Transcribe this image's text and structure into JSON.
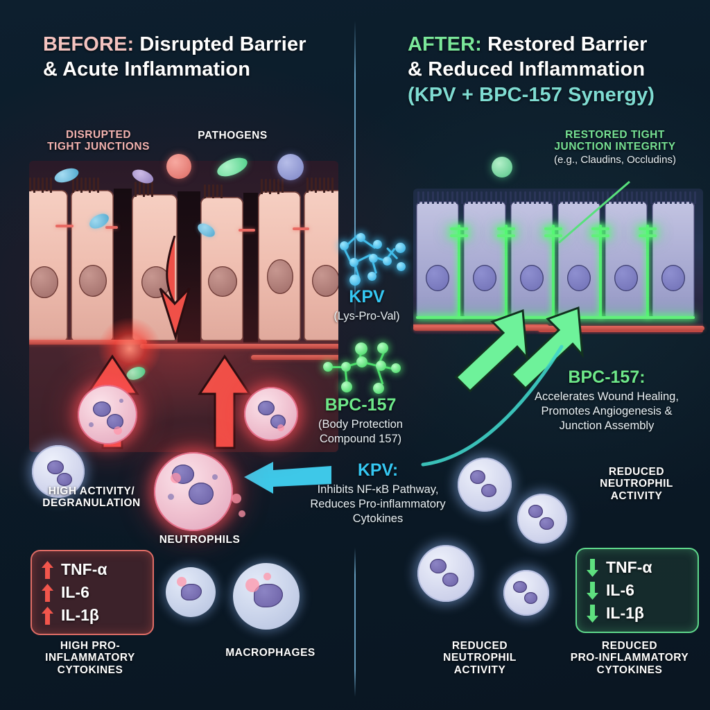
{
  "titles": {
    "left_keyword": "BEFORE:",
    "left_line1_rest": " Disrupted Barrier",
    "left_line2": "& Acute Inflammation",
    "right_keyword": "AFTER:",
    "right_line1_rest": " Restored Barrier",
    "right_line2": "& Reduced Inflammation",
    "right_line3": "(KPV + BPC-157 Synergy)"
  },
  "left_panel": {
    "label_tight_junctions_line1": "DISRUPTED",
    "label_tight_junctions_line2": "TIGHT JUNCTIONS",
    "label_pathogens": "PATHOGENS",
    "label_activity_line1": "HIGH ACTIVITY/",
    "label_activity_line2": "DEGRANULATION",
    "label_neutrophils": "NEUTROPHILS",
    "label_macrophages": "MACROPHAGES",
    "label_cytokines_line1": "HIGH PRO-",
    "label_cytokines_line2": "INFLAMMATORY",
    "label_cytokines_line3": "CYTOKINES",
    "cytokines": [
      {
        "name": "TNF-α",
        "direction": "up"
      },
      {
        "name": "IL-6",
        "direction": "up"
      },
      {
        "name": "IL-1β",
        "direction": "up"
      }
    ]
  },
  "right_panel": {
    "label_restored_line1": "RESTORED TIGHT",
    "label_restored_line2": "JUNCTION INTEGRITY",
    "label_restored_sub": "(e.g., Claudins, Occludins)",
    "label_reduced_neutro_line1": "REDUCED",
    "label_reduced_neutro_line2": "NEUTROPHIL",
    "label_reduced_neutro_line3": "ACTIVITY",
    "label_reduced_neutro2_line1": "REDUCED",
    "label_reduced_neutro2_line2": "NEUTROPHIL",
    "label_reduced_neutro2_line3": "ACTIVITY",
    "label_reduced_cyto_line1": "REDUCED",
    "label_reduced_cyto_line2": "PRO-INFLAMMATORY",
    "label_reduced_cyto_line3": "CYTOKINES",
    "cytokines": [
      {
        "name": "TNF-α",
        "direction": "down"
      },
      {
        "name": "IL-6",
        "direction": "down"
      },
      {
        "name": "IL-1β",
        "direction": "down"
      }
    ]
  },
  "molecules": {
    "kpv_name": "KPV",
    "kpv_full": "(Lys-Pro-Val)",
    "bpc_name": "BPC-157",
    "bpc_full_line1": "(Body Protection",
    "bpc_full_line2": "Compound 157)"
  },
  "annotations": {
    "bpc_title": "BPC-157:",
    "bpc_line1": "Accelerates Wound Healing,",
    "bpc_line2": "Promotes Angiogenesis &",
    "bpc_line3": "Junction Assembly",
    "kpv_title": "KPV:",
    "kpv_line1": "Inhibits NF-κB Pathway,",
    "kpv_line2": "Reduces Pro-inflammatory",
    "kpv_line3": "Cytokines"
  },
  "colors": {
    "background": "#0b1b28",
    "before_accent": "#f3b3b0",
    "after_accent": "#77e294",
    "synergy_accent": "#7fdcd2",
    "kpv_blue": "#35c7f2",
    "bpc_green": "#6ee98a",
    "inflammation_red": "#e8534a",
    "divider": "#82c8f0"
  }
}
